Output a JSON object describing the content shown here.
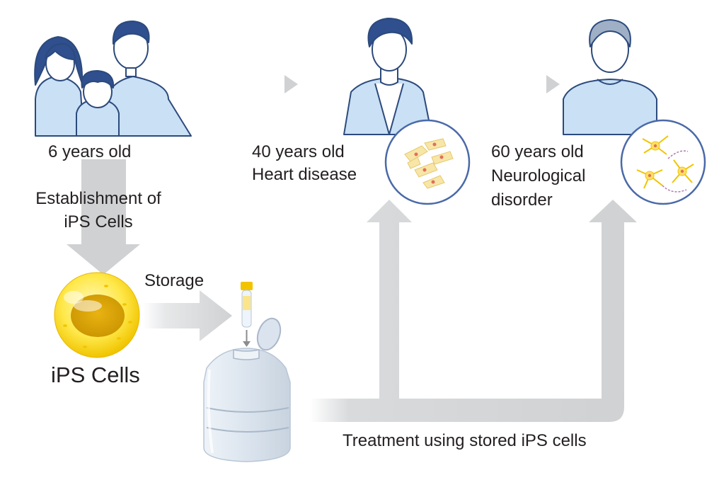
{
  "stages": [
    {
      "age_label": "6 years old",
      "condition": "",
      "figure": "family-illustration"
    },
    {
      "age_label": "40 years old",
      "condition": "Heart disease",
      "figure": "adult-man-illustration",
      "cells_icon": "heart-muscle-cells-icon"
    },
    {
      "age_label": "60 years old",
      "condition_lines": [
        "Neurological",
        "disorder"
      ],
      "figure": "elderly-man-illustration",
      "cells_icon": "neuron-cells-icon"
    }
  ],
  "steps": {
    "establishment": [
      "Establishment of",
      "iPS Cells"
    ],
    "storage": "Storage",
    "ips_cells": "iPS Cells",
    "treatment": "Treatment using stored iPS cells"
  },
  "colors": {
    "arrow_gray": "#cfd1d3",
    "skin": "#ffffff",
    "shirt_blue": "#c9e0f5",
    "outline_blue": "#2c4a7c",
    "hair": "#2f4f8e",
    "cell_yellow": "#f5c100",
    "circle_border": "#4a69a8"
  },
  "icons": [
    "play-triangle-icon",
    "play-triangle-icon",
    "test-tube-icon",
    "cryo-tank-icon"
  ]
}
